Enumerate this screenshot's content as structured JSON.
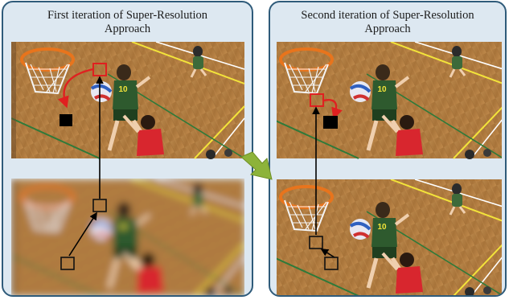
{
  "left_panel": {
    "title_line1": "First iteration of Super-Resolution",
    "title_line2": "Approach"
  },
  "right_panel": {
    "title_line1": "Second iteration of Super-Resolution",
    "title_line2": "Approach"
  },
  "player_jersey_number": "10",
  "colors": {
    "panel_border": "#2f5b7a",
    "panel_fill": "#dde8f1",
    "highlight_square": "#e02020",
    "filled_block": "#000000",
    "transition_arrow": "#8db33a"
  }
}
